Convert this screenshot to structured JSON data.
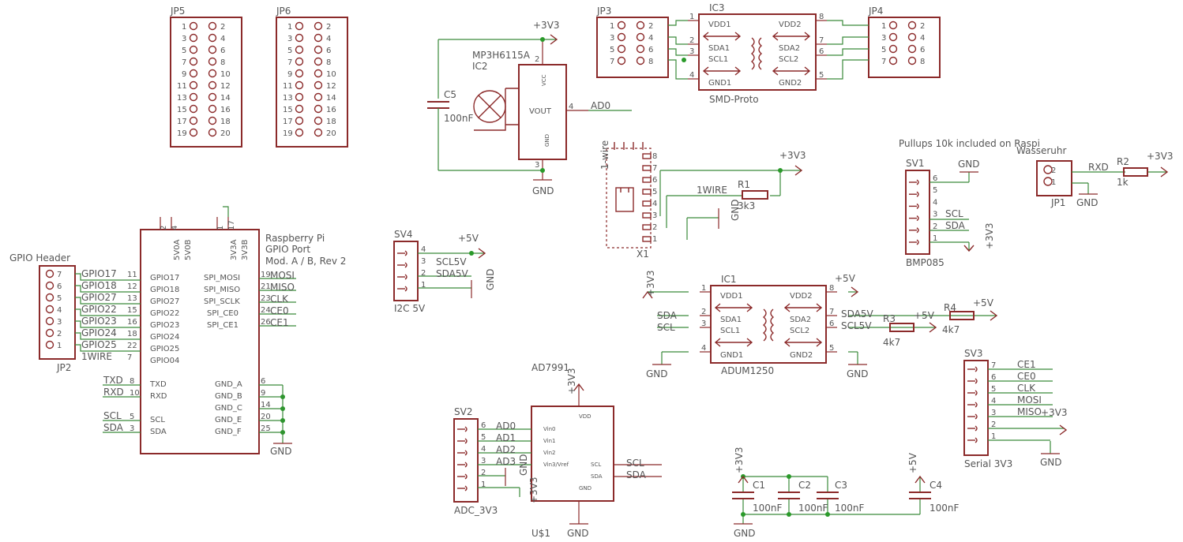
{
  "jp5": {
    "name": "JP5",
    "pins": [
      "1",
      "2",
      "3",
      "4",
      "5",
      "6",
      "7",
      "8",
      "9",
      "10",
      "11",
      "12",
      "13",
      "14",
      "15",
      "16",
      "17",
      "18",
      "19",
      "20"
    ]
  },
  "jp6": {
    "name": "JP6"
  },
  "ic2": {
    "name": "IC2",
    "part": "MP3H6115A",
    "vcc": "VCC",
    "vout": "VOUT",
    "gnd": "GND",
    "pin2": "2",
    "pin3": "3",
    "pin4": "4"
  },
  "supply_top": "+3V3",
  "c5": {
    "name": "C5",
    "value": "100nF"
  },
  "net_ad0": "AD0",
  "gnd_label": "GND",
  "jp3": {
    "name": "JP3"
  },
  "jp4": {
    "name": "JP4"
  },
  "ic3": {
    "name": "IC3",
    "part": "SMD-Proto",
    "vdd1": "VDD1",
    "sda1": "SDA1",
    "scl1": "SCL1",
    "gnd1": "GND1",
    "vdd2": "VDD2",
    "sda2": "SDA2",
    "scl2": "SCL2",
    "gnd2": "GND2",
    "pins": [
      "1",
      "2",
      "3",
      "4",
      "8",
      "7",
      "6",
      "5"
    ]
  },
  "x1": {
    "name": "X1",
    "title": "1-wire",
    "pins": [
      "8",
      "7",
      "6",
      "5",
      "4",
      "3",
      "2",
      "1"
    ]
  },
  "r1": {
    "name": "R1",
    "value": "3k3",
    "net": "1WIRE"
  },
  "note_pullups": "Pullups 10k included on Raspi",
  "sv1": {
    "name": "SV1",
    "part": "BMP085",
    "pins": [
      "6",
      "5",
      "4",
      "3",
      "2",
      "1"
    ],
    "nets": [
      "GND",
      "",
      "",
      "SCL",
      "SDA",
      "+3V3"
    ]
  },
  "jp1": {
    "name": "JP1",
    "title": "Wasseruhr",
    "pins": [
      "2",
      "1"
    ],
    "net_rxd": "RXD"
  },
  "r2": {
    "name": "R2",
    "value": "1k"
  },
  "rpi": {
    "title1": "Raspberry Pi",
    "title2": "GPIO Port",
    "title3": "Mod. A / B, Rev 2",
    "top_pins": [
      "2",
      "4",
      "1",
      "17"
    ],
    "top_labels": [
      "5V0A",
      "5V0B",
      "3V3A",
      "3V3B"
    ],
    "left": [
      [
        "GPIO17",
        "11"
      ],
      [
        "GPIO18",
        "12"
      ],
      [
        "GPIO27",
        "13"
      ],
      [
        "GPIO22",
        "15"
      ],
      [
        "GPIO23",
        "16"
      ],
      [
        "GPIO24",
        "18"
      ],
      [
        "GPIO25",
        "22"
      ],
      [
        "GPIO04",
        "7"
      ]
    ],
    "right": [
      [
        "SPI_MOSI",
        "19",
        "MOSI"
      ],
      [
        "SPI_MISO",
        "21",
        "MISO"
      ],
      [
        "SPI_SCLK",
        "23",
        "CLK"
      ],
      [
        "SPI_CE0",
        "24",
        "CE0"
      ],
      [
        "SPI_CE1",
        "26",
        "CE1"
      ]
    ],
    "uart": [
      [
        "TXD",
        "8",
        "TXD"
      ],
      [
        "RXD",
        "10",
        "RXD"
      ]
    ],
    "i2c": [
      [
        "SCL",
        "5",
        "SCL"
      ],
      [
        "SDA",
        "3",
        "SDA"
      ]
    ],
    "gnds": [
      [
        "GND_A",
        "6"
      ],
      [
        "GND_B",
        "9"
      ],
      [
        "GND_C",
        "14"
      ],
      [
        "GND_E",
        "20"
      ],
      [
        "GND_F",
        "25"
      ]
    ]
  },
  "jp2": {
    "name": "JP2",
    "title": "GPIO Header",
    "pins": [
      "7",
      "6",
      "5",
      "4",
      "3",
      "2",
      "1"
    ],
    "nets": [
      "GPIO17",
      "GPIO18",
      "GPIO27",
      "GPIO22",
      "GPIO23",
      "GPIO24",
      "GPIO25",
      "1WIRE"
    ]
  },
  "sv4": {
    "name": "SV4",
    "part": "I2C 5V",
    "pins": [
      "4",
      "3",
      "2",
      "1"
    ],
    "nets": [
      "+5V",
      "SCL5V",
      "SDA5V",
      "GND"
    ]
  },
  "ic1": {
    "name": "IC1",
    "part": "ADUM1250",
    "vdd1": "VDD1",
    "sda1": "SDA1",
    "scl1": "SCL1",
    "gnd1": "GND1",
    "vdd2": "VDD2",
    "sda2": "SDA2",
    "scl2": "SCL2",
    "gnd2": "GND2",
    "pins": [
      "1",
      "2",
      "3",
      "4",
      "8",
      "7",
      "6",
      "5"
    ],
    "left_nets": [
      "+3V3",
      "SDA",
      "SCL",
      "GND"
    ],
    "right_nets": [
      "+5V",
      "SDA5V",
      "SCL5V",
      "GND"
    ]
  },
  "r3": {
    "name": "R3",
    "value": "4k7"
  },
  "r4": {
    "name": "R4",
    "value": "4k7"
  },
  "plus5v": "+5V",
  "sv3": {
    "name": "SV3",
    "part": "Serial 3V3",
    "pins": [
      "7",
      "6",
      "5",
      "4",
      "3",
      "2",
      "1"
    ],
    "nets": [
      "CE1",
      "CE0",
      "CLK",
      "MOSI",
      "MISO",
      "+3V3",
      ""
    ]
  },
  "u1": {
    "name": "U$1",
    "part": "AD7991",
    "vdd": "VDD",
    "pins": [
      "Vin0",
      "Vin1",
      "Vin2",
      "Vin3/Vref",
      "SCL",
      "SDA",
      "GND"
    ]
  },
  "sv2": {
    "name": "SV2",
    "part": "ADC_3V3",
    "pins": [
      "6",
      "5",
      "4",
      "3",
      "2",
      "1"
    ],
    "nets": [
      "AD0",
      "AD1",
      "AD2",
      "AD3",
      "GND",
      "+3V3"
    ]
  },
  "caps": [
    {
      "name": "C1",
      "value": "100nF"
    },
    {
      "name": "C2",
      "value": "100nF"
    },
    {
      "name": "C3",
      "value": "100nF"
    },
    {
      "name": "C4",
      "value": "100nF"
    }
  ],
  "net_scl": "SCL",
  "net_sda": "SDA",
  "net_rxd": "RXD",
  "net_txd": "TXD"
}
